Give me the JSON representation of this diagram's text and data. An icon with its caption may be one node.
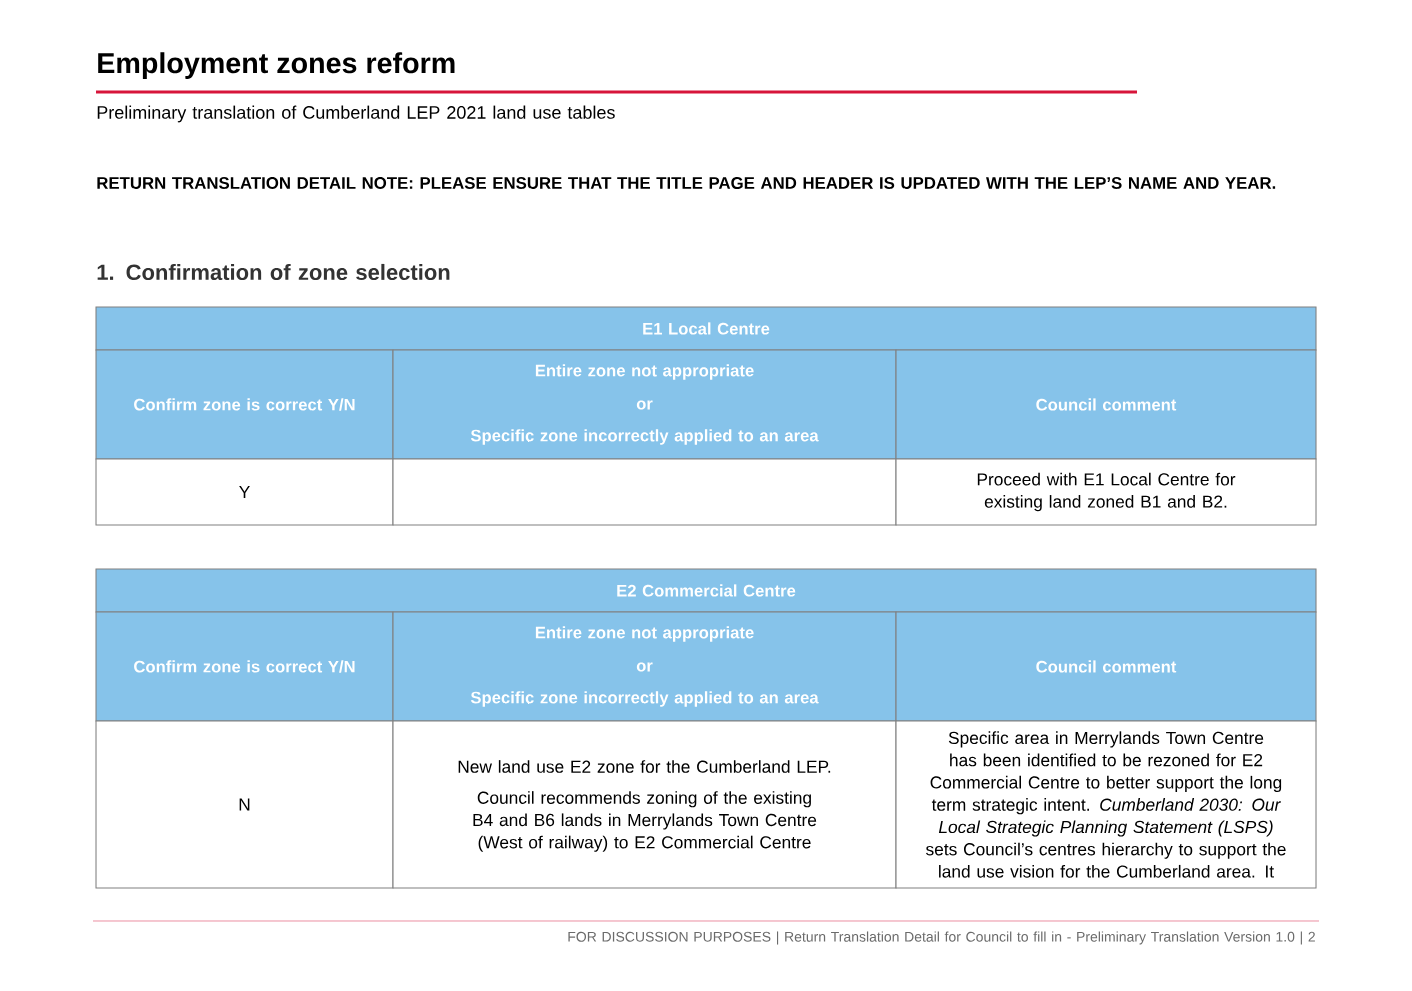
{
  "diagram": {
    "title": "Employment zones reform",
    "labels": [
      "Preliminary translation of Cumberland LEP 2021 land use tables",
      "RETURN TRANSLATION DETAIL NOTE: PLEASE ENSURE THAT THE TITLE PAGE AND HEADER IS UPDATED WITH THE LEP’S NAME AND YEAR.",
      "1.  Confirmation of zone selection",
      "E1 Local Centre",
      "Confirm zone is correct Y/N",
      "Entire zone not appropriate",
      "or",
      "Specific zone incorrectly applied to an area",
      "Council comment",
      "Y",
      "Proceed with E1 Local Centre for existing land zoned B1 and B2.",
      "E2 Commercial Centre",
      "Confirm zone is correct Y/N",
      "Entire zone not appropriate",
      "or",
      "Specific zone incorrectly applied to an area",
      "Council comment",
      "N",
      "New land use E2 zone for the Cumberland LEP.",
      "Council recommends zoning of the existing B4 and B6 lands in Merrylands Town Centre (West of railway) to E2 Commercial Centre",
      "Specific area in Merrylands Town Centre has been identified to be rezoned for E2 Commercial Centre to better support the long term strategic intent. *Cumberland 2030: Our Local Strategic Planning Statement (LSPS)* sets Council’s centres hierarchy to support the land use vision for the Cumberland area. It",
      "FOR DISCUSSION PURPOSES | Return Translation Detail for Council to fill in - Preliminary Translation Version 1.0 | 2"
    ]
  }
}
